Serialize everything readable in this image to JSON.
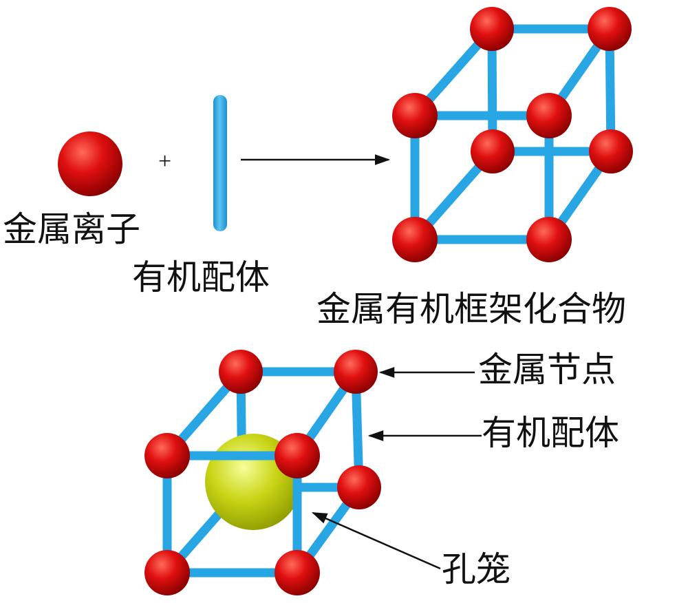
{
  "labels": {
    "metal_ion": "金属离子",
    "plus": "+",
    "organic_ligand": "有机配体",
    "mof": "金属有机框架化合物",
    "metal_node": "金属节点",
    "organic_ligand_callout": "有机配体",
    "pore_cage": "孔笼"
  },
  "colors": {
    "metal_node": "#e01010",
    "ligand": "#27a6e3",
    "pore": "#c8d414",
    "arrow": "#111111"
  }
}
